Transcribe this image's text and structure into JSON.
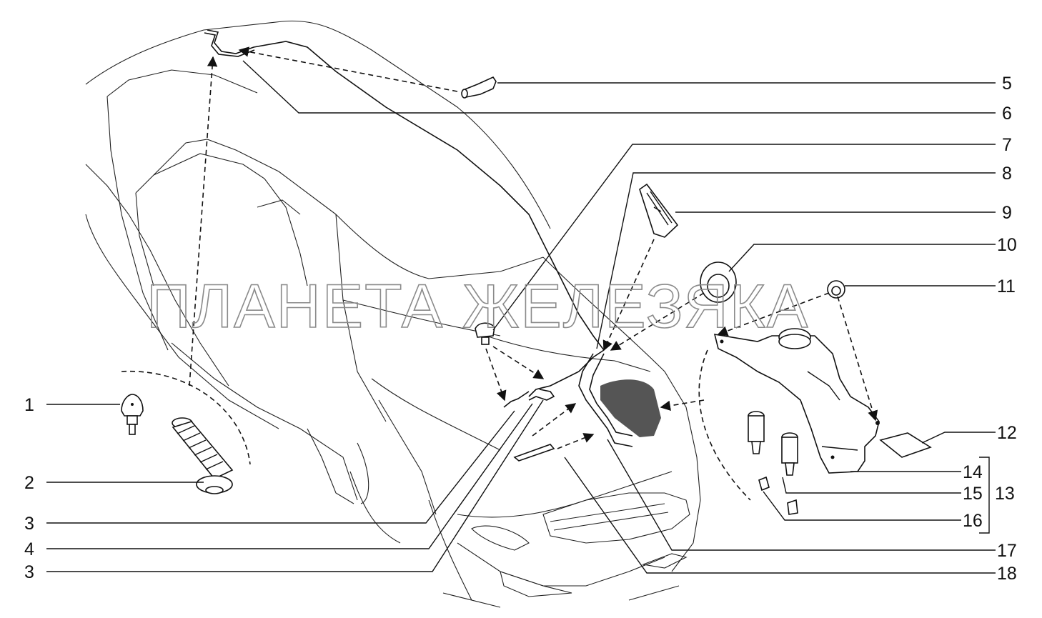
{
  "watermark": "ПЛАНЕТА ЖЕЛЕЗЯКА",
  "callouts": [
    "1",
    "2",
    "3",
    "4",
    "3",
    "5",
    "6",
    "7",
    "8",
    "9",
    "10",
    "11",
    "12",
    "13",
    "14",
    "15",
    "16",
    "17",
    "18"
  ]
}
